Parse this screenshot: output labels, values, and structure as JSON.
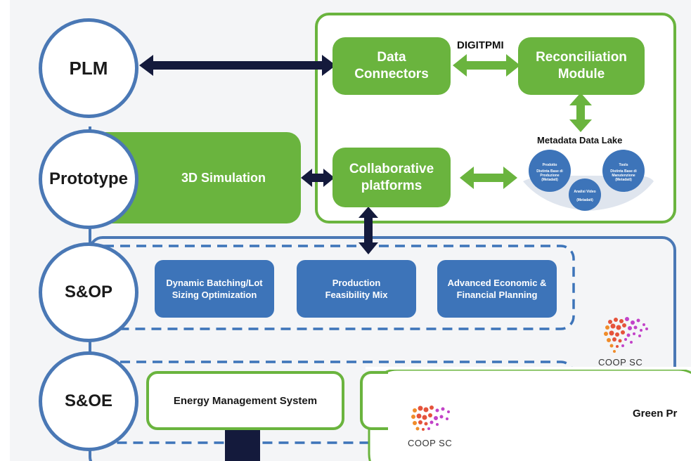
{
  "nodes": {
    "plm": "PLM",
    "prototype": "Prototype",
    "sop": "S&OP",
    "soe": "S&OE"
  },
  "green": {
    "simulation": "3D Simulation",
    "data_connectors": "Data\nConnectors",
    "reconciliation": "Reconciliation\nModule",
    "collaborative": "Collaborative\nplatforms"
  },
  "labels": {
    "digitpmi": "DIGITPMI",
    "data_lake": "Metadata Data Lake"
  },
  "lake": {
    "prodotto_title": "Prodotto",
    "prodotto_sub": "Distinta Base di Produzione (Metadati)",
    "tools_title": "Tools",
    "tools_sub": "Distinta Base di Manutenzione (Metadati)",
    "video_title": "Analisi Video",
    "video_sub": "(Metadati)"
  },
  "sop_boxes": {
    "batching": "Dynamic Batching/Lot\nSizing Optimization",
    "feasibility": "Production\nFeasibility Mix",
    "economic": "Advanced Economic &\nFinancial Planning"
  },
  "soe_boxes": {
    "energy": "Energy Management System"
  },
  "logo": {
    "name": "COOP SC"
  },
  "overlay": {
    "title": "Green Pr",
    "logo_name": "COOP SC"
  },
  "colors": {
    "green": "#6ab43e",
    "blue": "#3d74b9",
    "dark_navy": "#141a3c",
    "circle_border": "#4a78b5"
  }
}
